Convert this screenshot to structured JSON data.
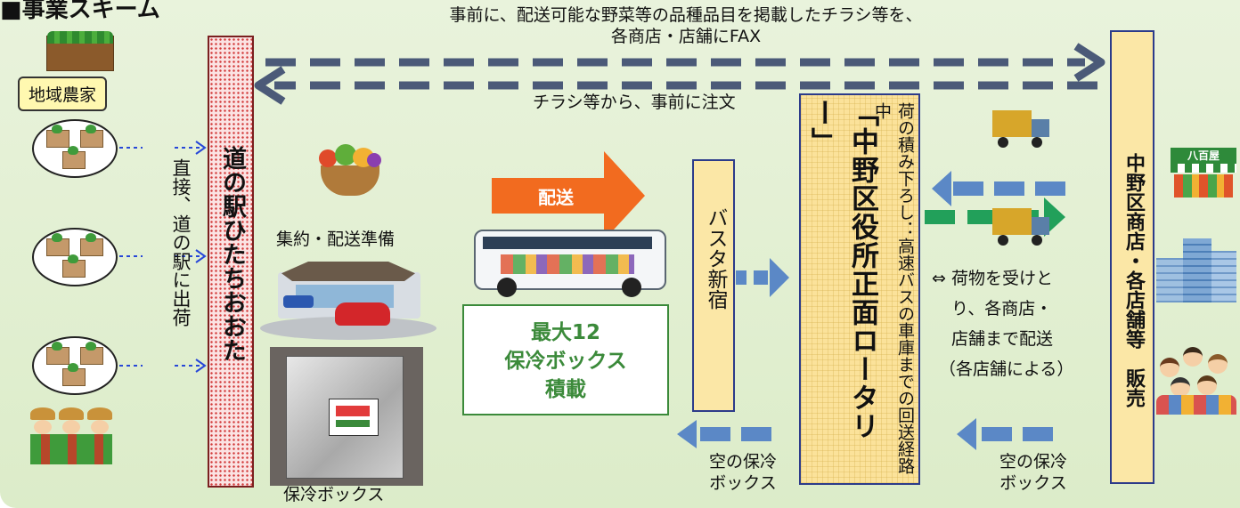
{
  "heading": "■事業スキーム",
  "labels": {
    "farmers": "地域農家",
    "direct_ship": "直接、道の駅に出荷",
    "michinoeki": "道の駅ひたちおおた",
    "collect_prepare": "集約・配送準備",
    "cooler_box": "保冷ボックス",
    "delivery": "配送",
    "max_load": [
      "最大12",
      "保冷ボックス",
      "積載"
    ],
    "basta": "バスタ新宿",
    "rotary": "「中野区役所正面ロータリー」",
    "unload_note": "荷の積み下ろし：高速バスの車庫までの回送経路中",
    "receive_note": [
      "⇔ 荷物を受けと",
      "り、各商店・",
      "店舗まで配送",
      "（各店舗による）"
    ],
    "empty_box_left": [
      "空の保冷",
      "ボックス"
    ],
    "empty_box_right": [
      "空の保冷",
      "ボックス"
    ],
    "shops": "中野区商店・各店舗等　販売",
    "top_note": [
      "事前に、配送可能な野菜等の品種品目を掲載したチラシ等を、",
      "各商店・店舗にFAX"
    ],
    "order_note": "チラシ等から、事前に注文",
    "shop_sign": "八百屋"
  },
  "colors": {
    "dash_arrow": "#4b5a78",
    "blue_arrow": "#5b88c6",
    "green_arrow": "#22a05a",
    "orange_arrow": "#f26b1f",
    "green_text": "#3b8a3a"
  }
}
